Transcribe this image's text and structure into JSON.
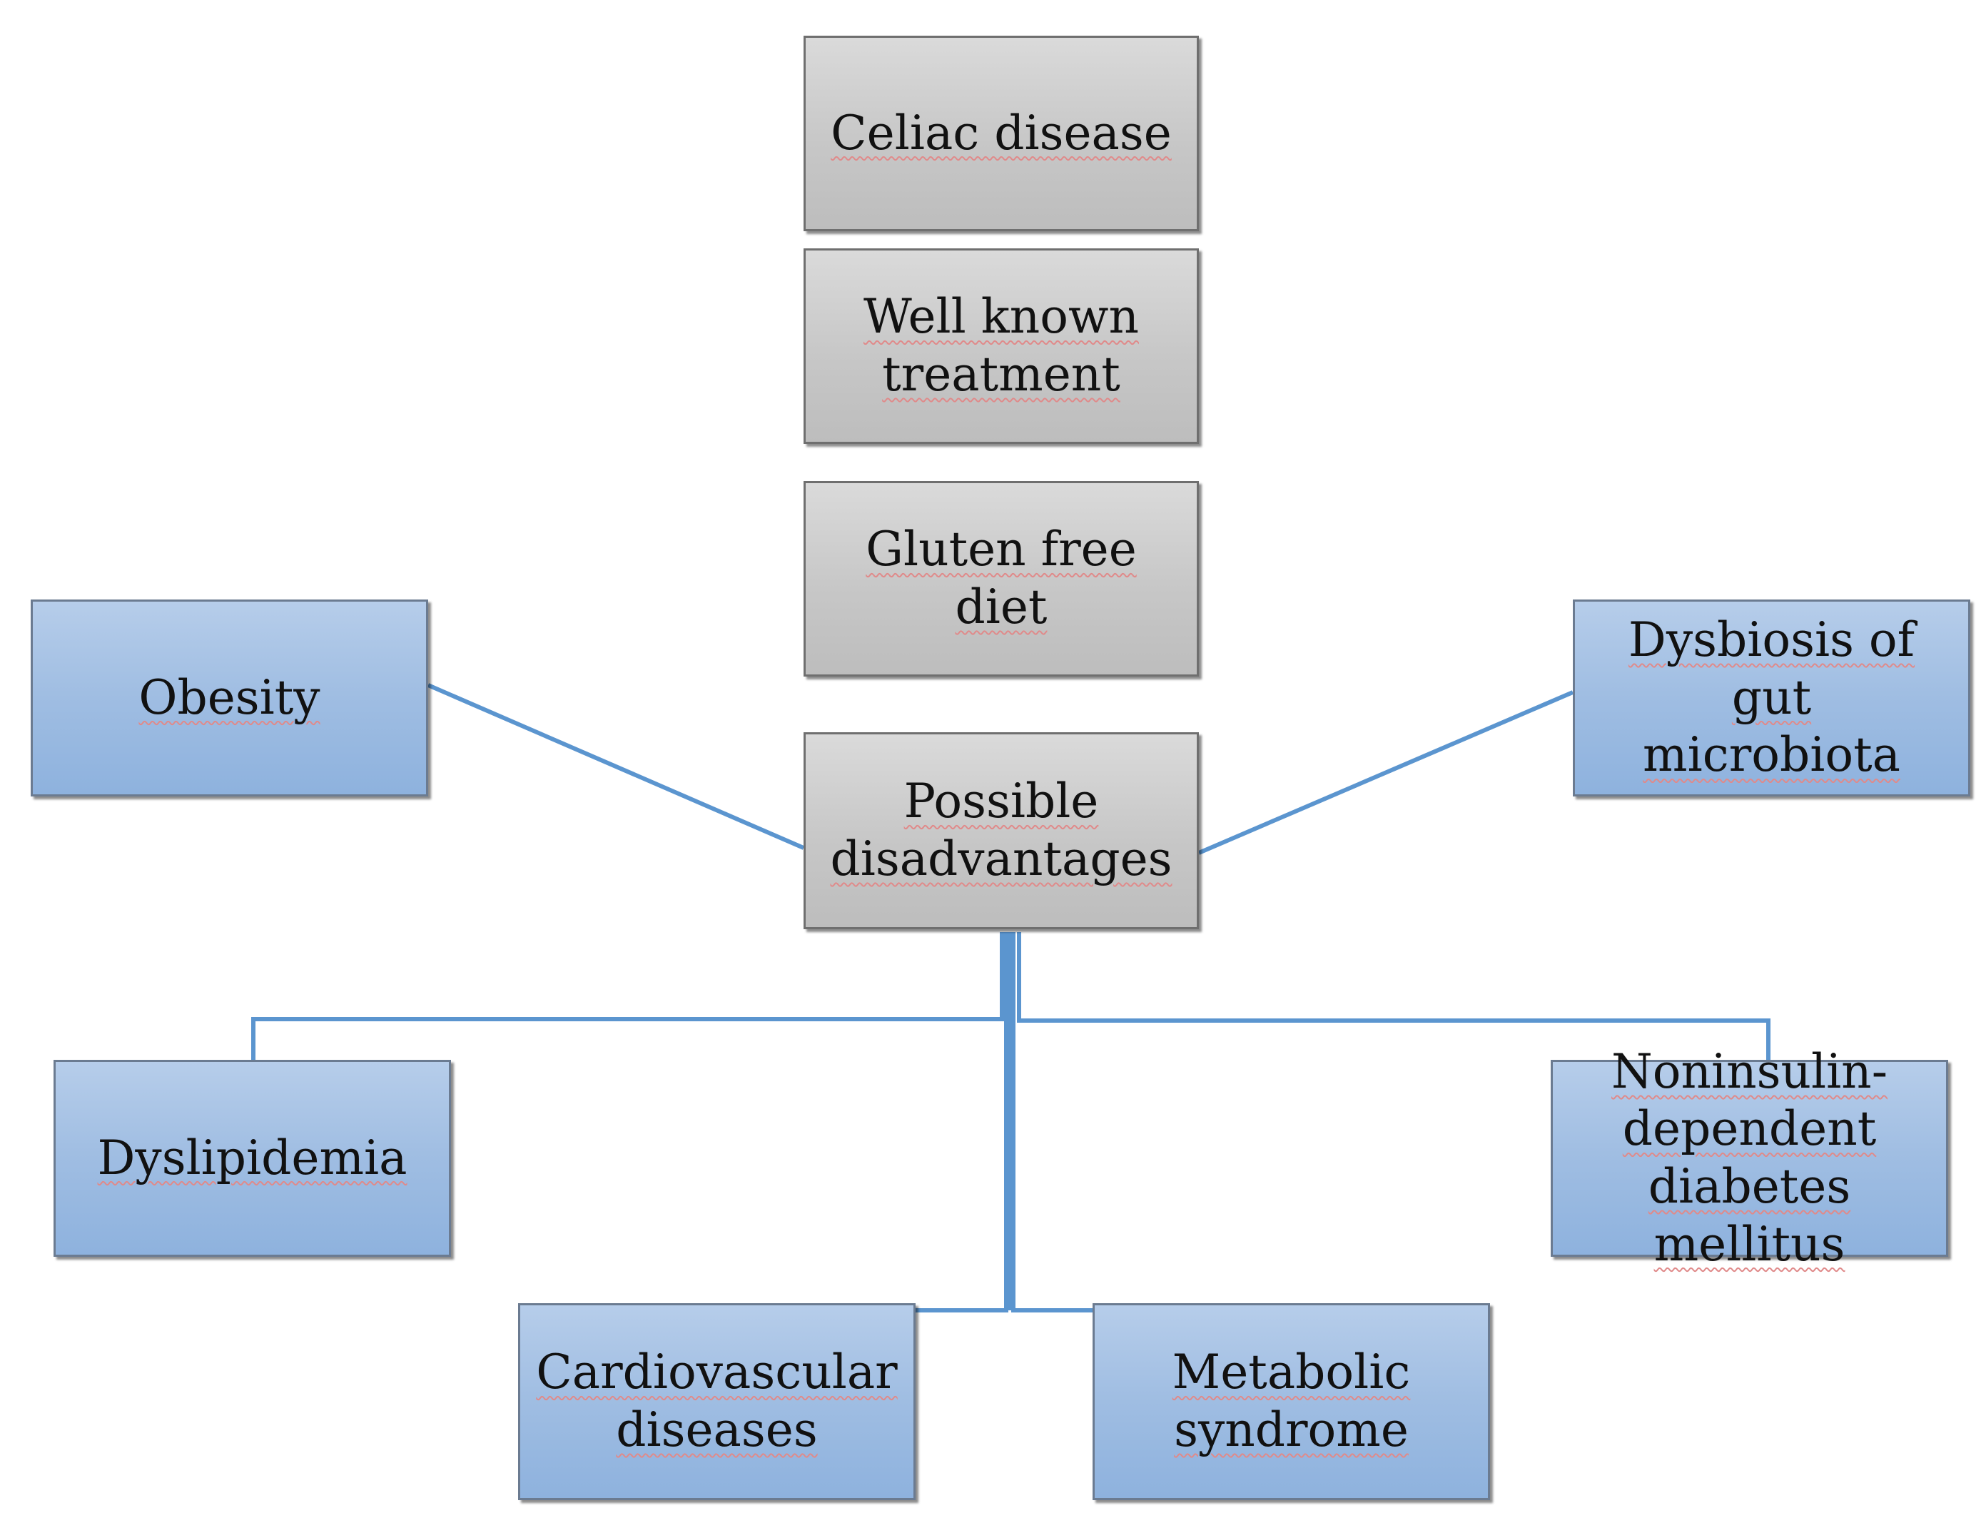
{
  "diagram": {
    "nodes": {
      "celiac": "Celiac disease",
      "treatment": "Well known\ntreatment",
      "gfd": "Gluten free diet",
      "disadvantages": "Possible\ndisadvantages",
      "obesity": "Obesity",
      "dysbiosis": "Dysbiosis of gut\nmicrobiota",
      "dyslipidemia": "Dyslipidemia",
      "niddm": "Noninsulin-\ndependent\ndiabetes mellitus",
      "cardio": "Cardiovascular\ndiseases",
      "metabolic": "Metabolic\nsyndrome"
    },
    "edges": [
      {
        "from": "disadvantages",
        "to": "obesity"
      },
      {
        "from": "disadvantages",
        "to": "dysbiosis"
      },
      {
        "from": "disadvantages",
        "to": "dyslipidemia"
      },
      {
        "from": "disadvantages",
        "to": "niddm"
      },
      {
        "from": "disadvantages",
        "to": "cardio"
      },
      {
        "from": "disadvantages",
        "to": "metabolic"
      }
    ],
    "colors": {
      "connector": "#5b95cf",
      "grey_box": "#c9c9c9",
      "blue_box": "#9fbde2"
    }
  }
}
